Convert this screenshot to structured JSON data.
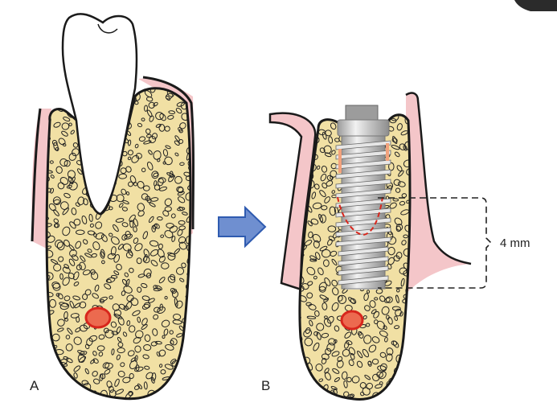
{
  "panels": [
    {
      "label": "A",
      "description_caption": ""
    },
    {
      "label": "B",
      "description_caption": ""
    }
  ],
  "measurement": {
    "text": "4 mm"
  },
  "colors": {
    "bone": "#f1e0a4",
    "gum": "#f4c6c9",
    "nerve": "#ec6a4f",
    "arrow": "#6f8fd0",
    "outline": "#1a1a1a",
    "corner": "#2b2b2b"
  }
}
